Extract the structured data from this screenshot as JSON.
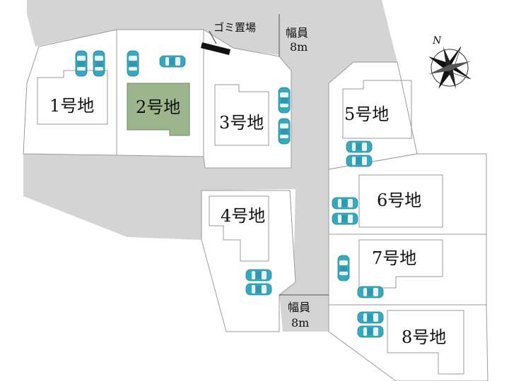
{
  "colors": {
    "road": "#d4d4d4",
    "lot_fill": "#ffffff",
    "lot_stroke": "#9a9a9a",
    "highlight_lot": "#9cb58c",
    "car_body": "#37a9bf",
    "car_window": "#e8f6f8",
    "garbage_block": "#111111"
  },
  "lots": [
    {
      "id": "lot-1",
      "label": "1号地",
      "highlighted": false
    },
    {
      "id": "lot-2",
      "label": "2号地",
      "highlighted": true
    },
    {
      "id": "lot-3",
      "label": "3号地",
      "highlighted": false
    },
    {
      "id": "lot-4",
      "label": "4号地",
      "highlighted": false
    },
    {
      "id": "lot-5",
      "label": "5号地",
      "highlighted": false
    },
    {
      "id": "lot-6",
      "label": "6号地",
      "highlighted": false
    },
    {
      "id": "lot-7",
      "label": "7号地",
      "highlighted": false
    },
    {
      "id": "lot-8",
      "label": "8号地",
      "highlighted": false
    }
  ],
  "roads": {
    "top": {
      "label1": "幅員",
      "label2": "8m"
    },
    "bottom": {
      "label1": "幅員",
      "label2": "8m"
    }
  },
  "garbage": {
    "label": "ゴミ置場"
  },
  "compass": {
    "north_label": "N",
    "icon": "compass-rose-icon"
  }
}
